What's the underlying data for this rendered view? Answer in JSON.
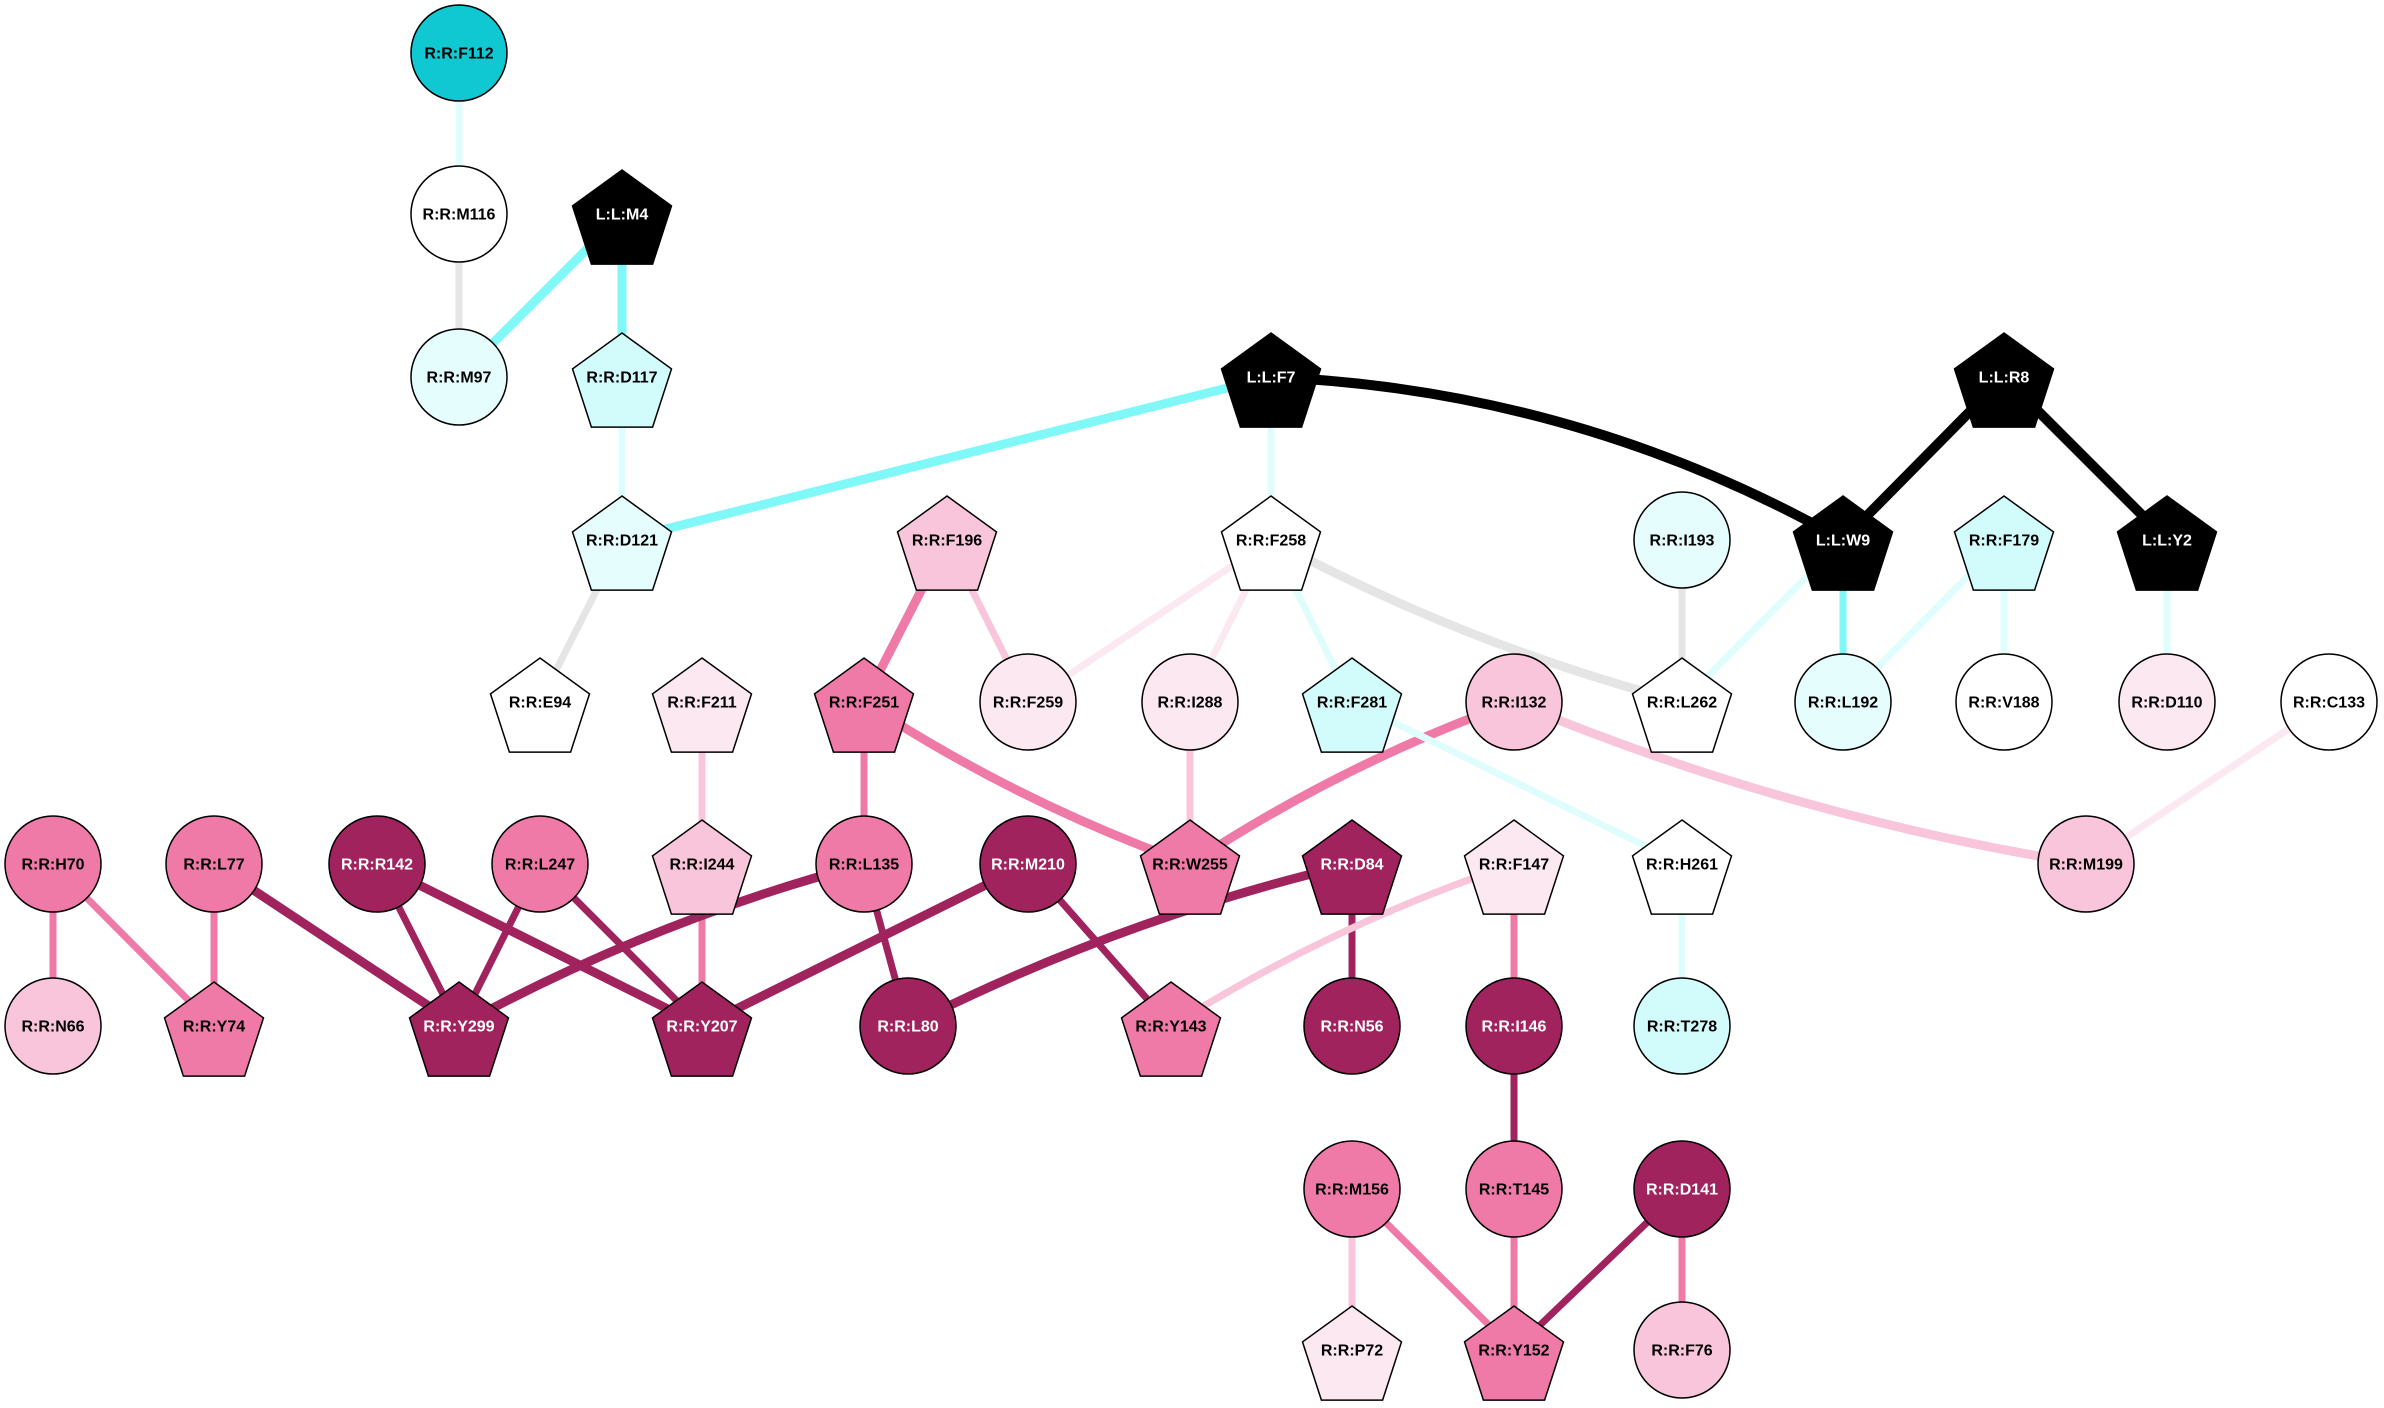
{
  "title": "Residue interaction network",
  "colors": {
    "black": "#000000",
    "white": "#ffffff",
    "cyan_strong": "#10c8d2",
    "cyan_light": "#e6fdfd",
    "cyan_mid": "#d2fbfb",
    "pink_pale": "#fbe8f1",
    "pink_light": "#f8c5da",
    "pink_mid": "#ef7aa8",
    "pink_dark": "#a0235e",
    "edge_cyan_strong": "#80f8f8",
    "edge_cyan_light": "#e0fdfd",
    "edge_gray": "#e5e5e5"
  },
  "nodes": [
    {
      "id": "F112",
      "label": "R:R:F112",
      "shape": "circle",
      "fill": "cyan_strong",
      "text": "black"
    },
    {
      "id": "M116",
      "label": "R:R:M116",
      "shape": "circle",
      "fill": "white",
      "text": "black"
    },
    {
      "id": "M4",
      "label": "L:L:M4",
      "shape": "pentagon",
      "fill": "black",
      "text": "white"
    },
    {
      "id": "M97",
      "label": "R:R:M97",
      "shape": "circle",
      "fill": "cyan_light",
      "text": "black"
    },
    {
      "id": "D117",
      "label": "R:R:D117",
      "shape": "pentagon",
      "fill": "cyan_mid",
      "text": "black"
    },
    {
      "id": "F7",
      "label": "L:L:F7",
      "shape": "pentagon",
      "fill": "black",
      "text": "white"
    },
    {
      "id": "R8",
      "label": "L:L:R8",
      "shape": "pentagon",
      "fill": "black",
      "text": "white"
    },
    {
      "id": "D121",
      "label": "R:R:D121",
      "shape": "pentagon",
      "fill": "cyan_light",
      "text": "black"
    },
    {
      "id": "F196",
      "label": "R:R:F196",
      "shape": "pentagon",
      "fill": "pink_light",
      "text": "black"
    },
    {
      "id": "F258",
      "label": "R:R:F258",
      "shape": "pentagon",
      "fill": "white",
      "text": "black"
    },
    {
      "id": "I193",
      "label": "R:R:I193",
      "shape": "circle",
      "fill": "cyan_light",
      "text": "black"
    },
    {
      "id": "W9",
      "label": "L:L:W9",
      "shape": "pentagon",
      "fill": "black",
      "text": "white"
    },
    {
      "id": "F179",
      "label": "R:R:F179",
      "shape": "pentagon",
      "fill": "cyan_mid",
      "text": "black"
    },
    {
      "id": "Y2",
      "label": "L:L:Y2",
      "shape": "pentagon",
      "fill": "black",
      "text": "white"
    },
    {
      "id": "E94",
      "label": "R:R:E94",
      "shape": "pentagon",
      "fill": "white",
      "text": "black"
    },
    {
      "id": "F211",
      "label": "R:R:F211",
      "shape": "pentagon",
      "fill": "pink_pale",
      "text": "black"
    },
    {
      "id": "F251",
      "label": "R:R:F251",
      "shape": "pentagon",
      "fill": "pink_mid",
      "text": "black"
    },
    {
      "id": "F259",
      "label": "R:R:F259",
      "shape": "circle",
      "fill": "pink_pale",
      "text": "black"
    },
    {
      "id": "I288",
      "label": "R:R:I288",
      "shape": "circle",
      "fill": "pink_pale",
      "text": "black"
    },
    {
      "id": "F281",
      "label": "R:R:F281",
      "shape": "pentagon",
      "fill": "cyan_mid",
      "text": "black"
    },
    {
      "id": "I132",
      "label": "R:R:I132",
      "shape": "circle",
      "fill": "pink_light",
      "text": "black"
    },
    {
      "id": "L262",
      "label": "R:R:L262",
      "shape": "pentagon",
      "fill": "white",
      "text": "black"
    },
    {
      "id": "L192",
      "label": "R:R:L192",
      "shape": "circle",
      "fill": "cyan_light",
      "text": "black"
    },
    {
      "id": "V188",
      "label": "R:R:V188",
      "shape": "circle",
      "fill": "white",
      "text": "black"
    },
    {
      "id": "D110",
      "label": "R:R:D110",
      "shape": "circle",
      "fill": "pink_pale",
      "text": "black"
    },
    {
      "id": "C133",
      "label": "R:R:C133",
      "shape": "circle",
      "fill": "white",
      "text": "black"
    },
    {
      "id": "H70",
      "label": "R:R:H70",
      "shape": "circle",
      "fill": "pink_mid",
      "text": "black"
    },
    {
      "id": "L77",
      "label": "R:R:L77",
      "shape": "circle",
      "fill": "pink_mid",
      "text": "black"
    },
    {
      "id": "R142",
      "label": "R:R:R142",
      "shape": "circle",
      "fill": "pink_dark",
      "text": "white"
    },
    {
      "id": "L247",
      "label": "R:R:L247",
      "shape": "circle",
      "fill": "pink_mid",
      "text": "black"
    },
    {
      "id": "I244",
      "label": "R:R:I244",
      "shape": "pentagon",
      "fill": "pink_light",
      "text": "black"
    },
    {
      "id": "L135",
      "label": "R:R:L135",
      "shape": "circle",
      "fill": "pink_mid",
      "text": "black"
    },
    {
      "id": "M210",
      "label": "R:R:M210",
      "shape": "circle",
      "fill": "pink_dark",
      "text": "white"
    },
    {
      "id": "W255",
      "label": "R:R:W255",
      "shape": "pentagon",
      "fill": "pink_mid",
      "text": "black"
    },
    {
      "id": "D84",
      "label": "R:R:D84",
      "shape": "pentagon",
      "fill": "pink_dark",
      "text": "white"
    },
    {
      "id": "F147",
      "label": "R:R:F147",
      "shape": "pentagon",
      "fill": "pink_pale",
      "text": "black"
    },
    {
      "id": "H261",
      "label": "R:R:H261",
      "shape": "pentagon",
      "fill": "white",
      "text": "black"
    },
    {
      "id": "M199",
      "label": "R:R:M199",
      "shape": "circle",
      "fill": "pink_light",
      "text": "black"
    },
    {
      "id": "N66",
      "label": "R:R:N66",
      "shape": "circle",
      "fill": "pink_light",
      "text": "black"
    },
    {
      "id": "Y74",
      "label": "R:R:Y74",
      "shape": "pentagon",
      "fill": "pink_mid",
      "text": "black"
    },
    {
      "id": "Y299",
      "label": "R:R:Y299",
      "shape": "pentagon",
      "fill": "pink_dark",
      "text": "white"
    },
    {
      "id": "Y207",
      "label": "R:R:Y207",
      "shape": "pentagon",
      "fill": "pink_dark",
      "text": "white"
    },
    {
      "id": "L80",
      "label": "R:R:L80",
      "shape": "circle",
      "fill": "pink_dark",
      "text": "white"
    },
    {
      "id": "Y143",
      "label": "R:R:Y143",
      "shape": "pentagon",
      "fill": "pink_mid",
      "text": "black"
    },
    {
      "id": "N56",
      "label": "R:R:N56",
      "shape": "circle",
      "fill": "pink_dark",
      "text": "white"
    },
    {
      "id": "I146",
      "label": "R:R:I146",
      "shape": "circle",
      "fill": "pink_dark",
      "text": "white"
    },
    {
      "id": "T278",
      "label": "R:R:T278",
      "shape": "circle",
      "fill": "cyan_mid",
      "text": "black"
    },
    {
      "id": "M156",
      "label": "R:R:M156",
      "shape": "circle",
      "fill": "pink_mid",
      "text": "black"
    },
    {
      "id": "T145",
      "label": "R:R:T145",
      "shape": "circle",
      "fill": "pink_mid",
      "text": "black"
    },
    {
      "id": "D141",
      "label": "R:R:D141",
      "shape": "circle",
      "fill": "pink_dark",
      "text": "white"
    },
    {
      "id": "P72",
      "label": "R:R:P72",
      "shape": "pentagon",
      "fill": "pink_pale",
      "text": "black"
    },
    {
      "id": "Y152",
      "label": "R:R:Y152",
      "shape": "pentagon",
      "fill": "pink_mid",
      "text": "black"
    },
    {
      "id": "F76",
      "label": "R:R:F76",
      "shape": "circle",
      "fill": "pink_light",
      "text": "black"
    }
  ],
  "edges": [
    {
      "from": "F112",
      "to": "M116",
      "color": "edge_cyan_light",
      "weight": "thin"
    },
    {
      "from": "M116",
      "to": "M97",
      "color": "edge_gray",
      "weight": "thin"
    },
    {
      "from": "M4",
      "to": "M97",
      "color": "edge_cyan_strong",
      "weight": "medium"
    },
    {
      "from": "M4",
      "to": "D117",
      "color": "edge_cyan_strong",
      "weight": "medium"
    },
    {
      "from": "D117",
      "to": "D121",
      "color": "edge_cyan_light",
      "weight": "thin"
    },
    {
      "from": "F7",
      "to": "D121",
      "color": "edge_cyan_strong",
      "weight": "medium"
    },
    {
      "from": "F7",
      "to": "F258",
      "color": "edge_cyan_light",
      "weight": "thin"
    },
    {
      "from": "F7",
      "to": "W9",
      "color": "black",
      "weight": "thick",
      "curve": "arc"
    },
    {
      "from": "R8",
      "to": "W9",
      "color": "black",
      "weight": "thick"
    },
    {
      "from": "R8",
      "to": "Y2",
      "color": "black",
      "weight": "thick"
    },
    {
      "from": "D121",
      "to": "E94",
      "color": "edge_gray",
      "weight": "thin"
    },
    {
      "from": "F196",
      "to": "F251",
      "color": "pink_mid",
      "weight": "medium"
    },
    {
      "from": "F196",
      "to": "F259",
      "color": "pink_light",
      "weight": "thin"
    },
    {
      "from": "F258",
      "to": "F259",
      "color": "pink_pale",
      "weight": "thin"
    },
    {
      "from": "F258",
      "to": "I288",
      "color": "pink_pale",
      "weight": "thin"
    },
    {
      "from": "F258",
      "to": "F281",
      "color": "edge_cyan_light",
      "weight": "thin"
    },
    {
      "from": "F258",
      "to": "L262",
      "color": "edge_gray",
      "weight": "medium",
      "curve": "soft"
    },
    {
      "from": "I193",
      "to": "L262",
      "color": "edge_gray",
      "weight": "thin"
    },
    {
      "from": "W9",
      "to": "L262",
      "color": "edge_cyan_light",
      "weight": "thin"
    },
    {
      "from": "W9",
      "to": "L192",
      "color": "edge_cyan_strong",
      "weight": "thin"
    },
    {
      "from": "F179",
      "to": "L192",
      "color": "edge_cyan_light",
      "weight": "thin"
    },
    {
      "from": "F179",
      "to": "V188",
      "color": "edge_cyan_light",
      "weight": "thin"
    },
    {
      "from": "Y2",
      "to": "D110",
      "color": "edge_cyan_light",
      "weight": "thin"
    },
    {
      "from": "F211",
      "to": "I244",
      "color": "pink_light",
      "weight": "thin"
    },
    {
      "from": "F251",
      "to": "L135",
      "color": "pink_mid",
      "weight": "thin"
    },
    {
      "from": "F251",
      "to": "W255",
      "color": "pink_mid",
      "weight": "medium",
      "curve": "soft"
    },
    {
      "from": "I288",
      "to": "W255",
      "color": "pink_light",
      "weight": "thin"
    },
    {
      "from": "I132",
      "to": "W255",
      "color": "pink_mid",
      "weight": "medium",
      "curve": "soft"
    },
    {
      "from": "I132",
      "to": "M199",
      "color": "pink_light",
      "weight": "medium",
      "curve": "soft"
    },
    {
      "from": "C133",
      "to": "M199",
      "color": "pink_pale",
      "weight": "thin"
    },
    {
      "from": "F281",
      "to": "H261",
      "color": "edge_cyan_light",
      "weight": "thin"
    },
    {
      "from": "H261",
      "to": "T278",
      "color": "edge_cyan_light",
      "weight": "thin"
    },
    {
      "from": "H70",
      "to": "N66",
      "color": "pink_mid",
      "weight": "thin"
    },
    {
      "from": "H70",
      "to": "Y74",
      "color": "pink_mid",
      "weight": "thin"
    },
    {
      "from": "L77",
      "to": "Y74",
      "color": "pink_mid",
      "weight": "thin"
    },
    {
      "from": "L77",
      "to": "Y299",
      "color": "pink_dark",
      "weight": "medium"
    },
    {
      "from": "R142",
      "to": "Y299",
      "color": "pink_dark",
      "weight": "thin"
    },
    {
      "from": "R142",
      "to": "Y207",
      "color": "pink_dark",
      "weight": "medium"
    },
    {
      "from": "L247",
      "to": "Y299",
      "color": "pink_dark",
      "weight": "thin"
    },
    {
      "from": "L247",
      "to": "Y207",
      "color": "pink_dark",
      "weight": "thin"
    },
    {
      "from": "I244",
      "to": "Y207",
      "color": "pink_mid",
      "weight": "thin"
    },
    {
      "from": "L135",
      "to": "Y299",
      "color": "pink_dark",
      "weight": "medium",
      "curve": "soft"
    },
    {
      "from": "L135",
      "to": "L80",
      "color": "pink_dark",
      "weight": "thin"
    },
    {
      "from": "M210",
      "to": "Y207",
      "color": "pink_dark",
      "weight": "medium"
    },
    {
      "from": "M210",
      "to": "Y143",
      "color": "pink_dark",
      "weight": "thin"
    },
    {
      "from": "D84",
      "to": "L80",
      "color": "pink_dark",
      "weight": "medium",
      "curve": "soft"
    },
    {
      "from": "D84",
      "to": "N56",
      "color": "pink_dark",
      "weight": "thin"
    },
    {
      "from": "F147",
      "to": "Y143",
      "color": "pink_light",
      "weight": "thin",
      "curve": "soft"
    },
    {
      "from": "F147",
      "to": "I146",
      "color": "pink_mid",
      "weight": "thin"
    },
    {
      "from": "I146",
      "to": "T145",
      "color": "pink_dark",
      "weight": "thin"
    },
    {
      "from": "M156",
      "to": "P72",
      "color": "pink_light",
      "weight": "thin"
    },
    {
      "from": "M156",
      "to": "Y152",
      "color": "pink_mid",
      "weight": "thin"
    },
    {
      "from": "T145",
      "to": "Y152",
      "color": "pink_mid",
      "weight": "thin"
    },
    {
      "from": "D141",
      "to": "Y152",
      "color": "pink_dark",
      "weight": "thin"
    },
    {
      "from": "D141",
      "to": "F76",
      "color": "pink_mid",
      "weight": "thin"
    }
  ]
}
